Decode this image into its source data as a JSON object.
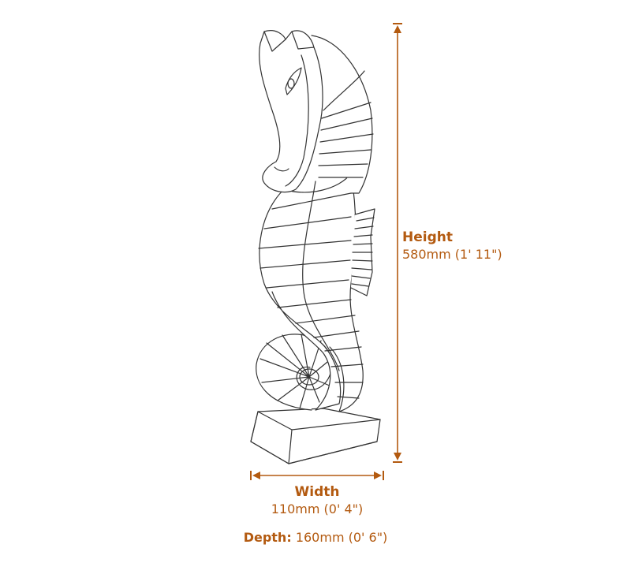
{
  "figure": {
    "subject": "seahorse sculpture",
    "line_color": "#333333",
    "accent_color": "#b35a10"
  },
  "dimensions": {
    "height": {
      "title": "Height",
      "value": "580mm (1' 11\")"
    },
    "width": {
      "title": "Width",
      "value": "110mm (0' 4\")"
    },
    "depth": {
      "title": "Depth:",
      "value": "160mm (0' 6\")"
    }
  }
}
